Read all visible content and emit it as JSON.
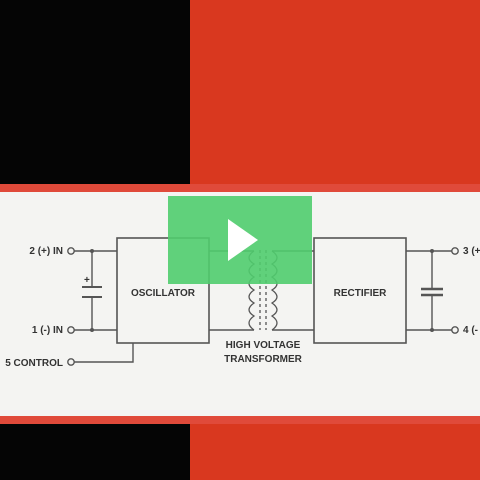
{
  "diagram": {
    "pins": {
      "pin_2_in_plus": "2 (+) IN",
      "pin_1_in_minus": "1 (-) IN",
      "pin_5_control": "5 CONTROL",
      "pin_3_out_plus": "3 (+",
      "pin_4_out_minus": "4 (-"
    },
    "blocks": {
      "oscillator": "OSCILLATOR",
      "rectifier": "RECTIFIER"
    },
    "transformer": {
      "line1": "HIGH VOLTAGE",
      "line2": "TRANSFORMER"
    },
    "capacitor_polarity": "+"
  },
  "colors": {
    "black_band": "#050505",
    "red_band": "#d9381f",
    "stripe": "#e04a3a",
    "panel": "#f4f4f2",
    "play_overlay": "#50cd6e"
  },
  "icons": {
    "play": "play-icon"
  }
}
